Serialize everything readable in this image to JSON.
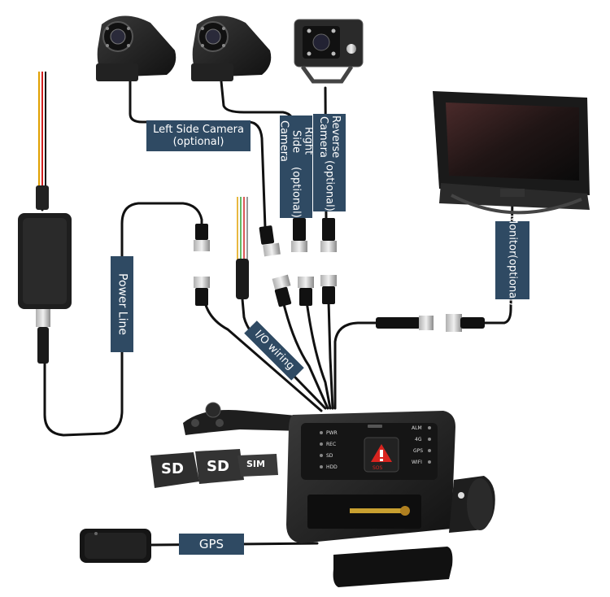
{
  "labels": {
    "left_side_camera": [
      "Left Side Camera",
      "(optional)"
    ],
    "right_side_camera": [
      "Right Side Camera",
      "(optional)"
    ],
    "reverse_camera": [
      "Reverse Camera",
      "(optional)"
    ],
    "monitor": [
      "Monitor",
      "(optional)"
    ],
    "power_line": "Power Line",
    "io_wiring": "I/O wiring",
    "gps": "GPS"
  },
  "cards": {
    "sd1": "SD",
    "sd2": "SD",
    "sim": "SIM"
  },
  "device": {
    "left_indicators": [
      "PWR",
      "REC",
      "SD",
      "HDD"
    ],
    "right_indicators": [
      "ALM",
      "4G",
      "GPS",
      "WIFI"
    ],
    "sos_label": "SOS"
  },
  "colors": {
    "label_bg": "#2f4a63",
    "label_text": "#ffffff",
    "device_body": "#1c1c1c",
    "cable": "#111111",
    "sos_red": "#d8241f"
  }
}
